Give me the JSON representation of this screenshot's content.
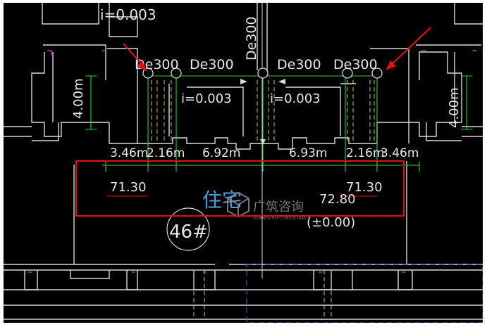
{
  "labels": {
    "slope_top": "i=0.003",
    "slope_left": "i=0.003",
    "slope_right": "i=0.003",
    "pipe_1": "De300",
    "pipe_2": "De300",
    "pipe_3": "De300",
    "pipe_4": "De300",
    "pipe_vertical": "De300",
    "height_left": "4.00m",
    "height_right": "4.00m",
    "dim_1": "3.46m",
    "dim_2": "2.16m",
    "dim_3": "6.92m",
    "dim_4": "6.93m",
    "dim_5": "2.16m",
    "dim_6": "3.46m",
    "elev_left": "71.30",
    "elev_right": "71.30",
    "elev_building": "72.80",
    "elev_zero": "(±0.00)",
    "zone_text": "住宅",
    "building_no": "46#"
  },
  "watermark": {
    "name": "广筑咨询",
    "sub": "GUANGZHU CONSULTANCY"
  },
  "colors": {
    "background": "#000000",
    "annotation_red": "#e01010",
    "wall_white": "#d9d9d9",
    "pipe_green": "#2fd12f",
    "dashed_yellow": "#c8c84a",
    "cyan_text": "#4a9fd6",
    "magenta": "#d040d0",
    "blue_dash": "#5a5ad0"
  }
}
